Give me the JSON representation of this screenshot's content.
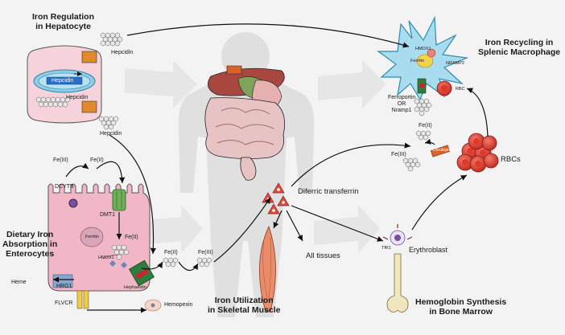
{
  "titles": {
    "hepatocyte": [
      "Iron Regulation",
      "in Hepatocyte"
    ],
    "macrophage": [
      "Iron Recycling in",
      "Splenic Macrophage"
    ],
    "enterocyte": [
      "Dietary Iron",
      "Absorption in",
      "Enterocytes"
    ],
    "muscle": [
      "Iron Utilization",
      "in Skeletal Muscle"
    ],
    "marrow": [
      "Hemoglobin Synthesis",
      "in Bone Marrow"
    ]
  },
  "labels": {
    "hepcidin_top": "Hepcidin",
    "hepcidin_cell_gene": "Hepcidin",
    "hepcidin_cell_lower": "Hepcidin",
    "hepcidin_bottom": "Hepcidin",
    "fe3_enterocyte": "Fe(III)",
    "fe2_enterocyte": "Fe(II)",
    "dcytb": "DCYTB",
    "dmt1": "DMT1",
    "fe2_inside": "Fe(II)",
    "ferritin_enterocyte": "Ferritin",
    "hmox1_enterocyte": "HMOX1",
    "heme": "Heme",
    "hrg1": "HRG1",
    "flvcr": "FLVCR",
    "hephaestin": "Hephaestin",
    "fe2_circ": "Fe(II)",
    "fe3_circ": "Fe(III)",
    "hemopexin": "Hemopexin",
    "diferric_transferrin": "Diferric transferrin",
    "all_tissues": "All tissues",
    "erythroblast": "Erythroblast",
    "tfr1": "TfR1",
    "rbcs": "RBCs",
    "rbc": "RBC",
    "ferroportin": [
      "Ferroportin",
      "OR",
      "Nramp1"
    ],
    "fe2_macro": "Fe(II)",
    "fe3_macro": "Fe(III)",
    "ceruloplasmin": "Ceruloplasmin",
    "hmox1_macro": "HMOX1",
    "nramp2": "NRAMP2",
    "ferritin_macro": "Ferritin"
  },
  "colors": {
    "arrow": "#111111",
    "hepatocyte": "#f6d3da",
    "enterocyte": "#f2b7c6",
    "macrophage": "#a9dcee",
    "rbc": "#e0392b",
    "transferrin": "#e2493d",
    "muscle": "#e98c6a",
    "bone": "#f1e6bf",
    "iron": "#d9d9d9",
    "dmt1": "#6fae5a",
    "ferroportin": "#2f7d3c",
    "ferroportin_plug": "#c0282f",
    "hrg1": "#8aa6cc",
    "flvcr": "#f1c94f",
    "dcytb": "#7a4ea1",
    "ceruloplasmin": "#d9622b",
    "silhouette": "#dadada"
  }
}
